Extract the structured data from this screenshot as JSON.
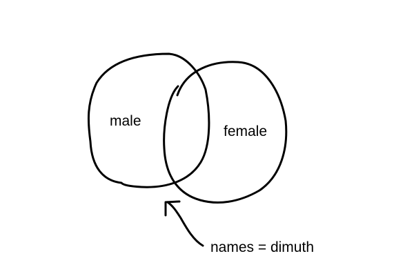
{
  "diagram": {
    "sets": [
      {
        "id": "male",
        "label": "male"
      },
      {
        "id": "female",
        "label": "female"
      }
    ],
    "annotation": {
      "text": "names = dimuth",
      "points_to": "intersection"
    }
  },
  "colors": {
    "ink": "#000000",
    "background": "#ffffff"
  }
}
